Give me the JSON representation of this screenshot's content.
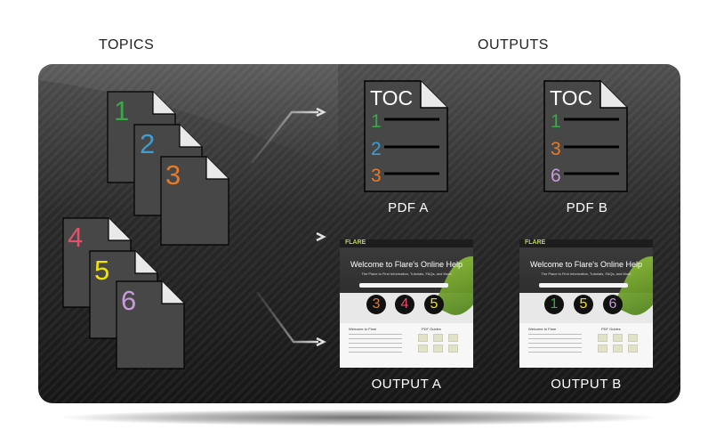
{
  "headers": {
    "topics": "TOPICS",
    "outputs": "OUTPUTS"
  },
  "topic_group_1": [
    "1",
    "2",
    "3"
  ],
  "topic_group_2": [
    "4",
    "5",
    "6"
  ],
  "toc_title": "TOC",
  "pdf_a": {
    "label": "PDF A",
    "items": [
      "1",
      "2",
      "3"
    ]
  },
  "pdf_b": {
    "label": "PDF B",
    "items": [
      "1",
      "3",
      "6"
    ]
  },
  "output_a": {
    "label": "OUTPUT A",
    "items": [
      "3",
      "4",
      "5"
    ]
  },
  "output_b": {
    "label": "OUTPUT B",
    "items": [
      "1",
      "5",
      "6"
    ]
  },
  "site": {
    "logo": "FLARE",
    "hero_title": "Welcome to Flare's Online Help",
    "hero_sub": "The Place to Find Information, Tutorials, FAQs, and More",
    "lower_left_title": "Welcome to Flare",
    "lower_right_title": "PDF Guides"
  },
  "colors": {
    "1": "#3aa84a",
    "2": "#3a9fd6",
    "3": "#e57b2a",
    "4": "#e2506a",
    "5": "#f2e200",
    "6": "#c79ad9"
  }
}
